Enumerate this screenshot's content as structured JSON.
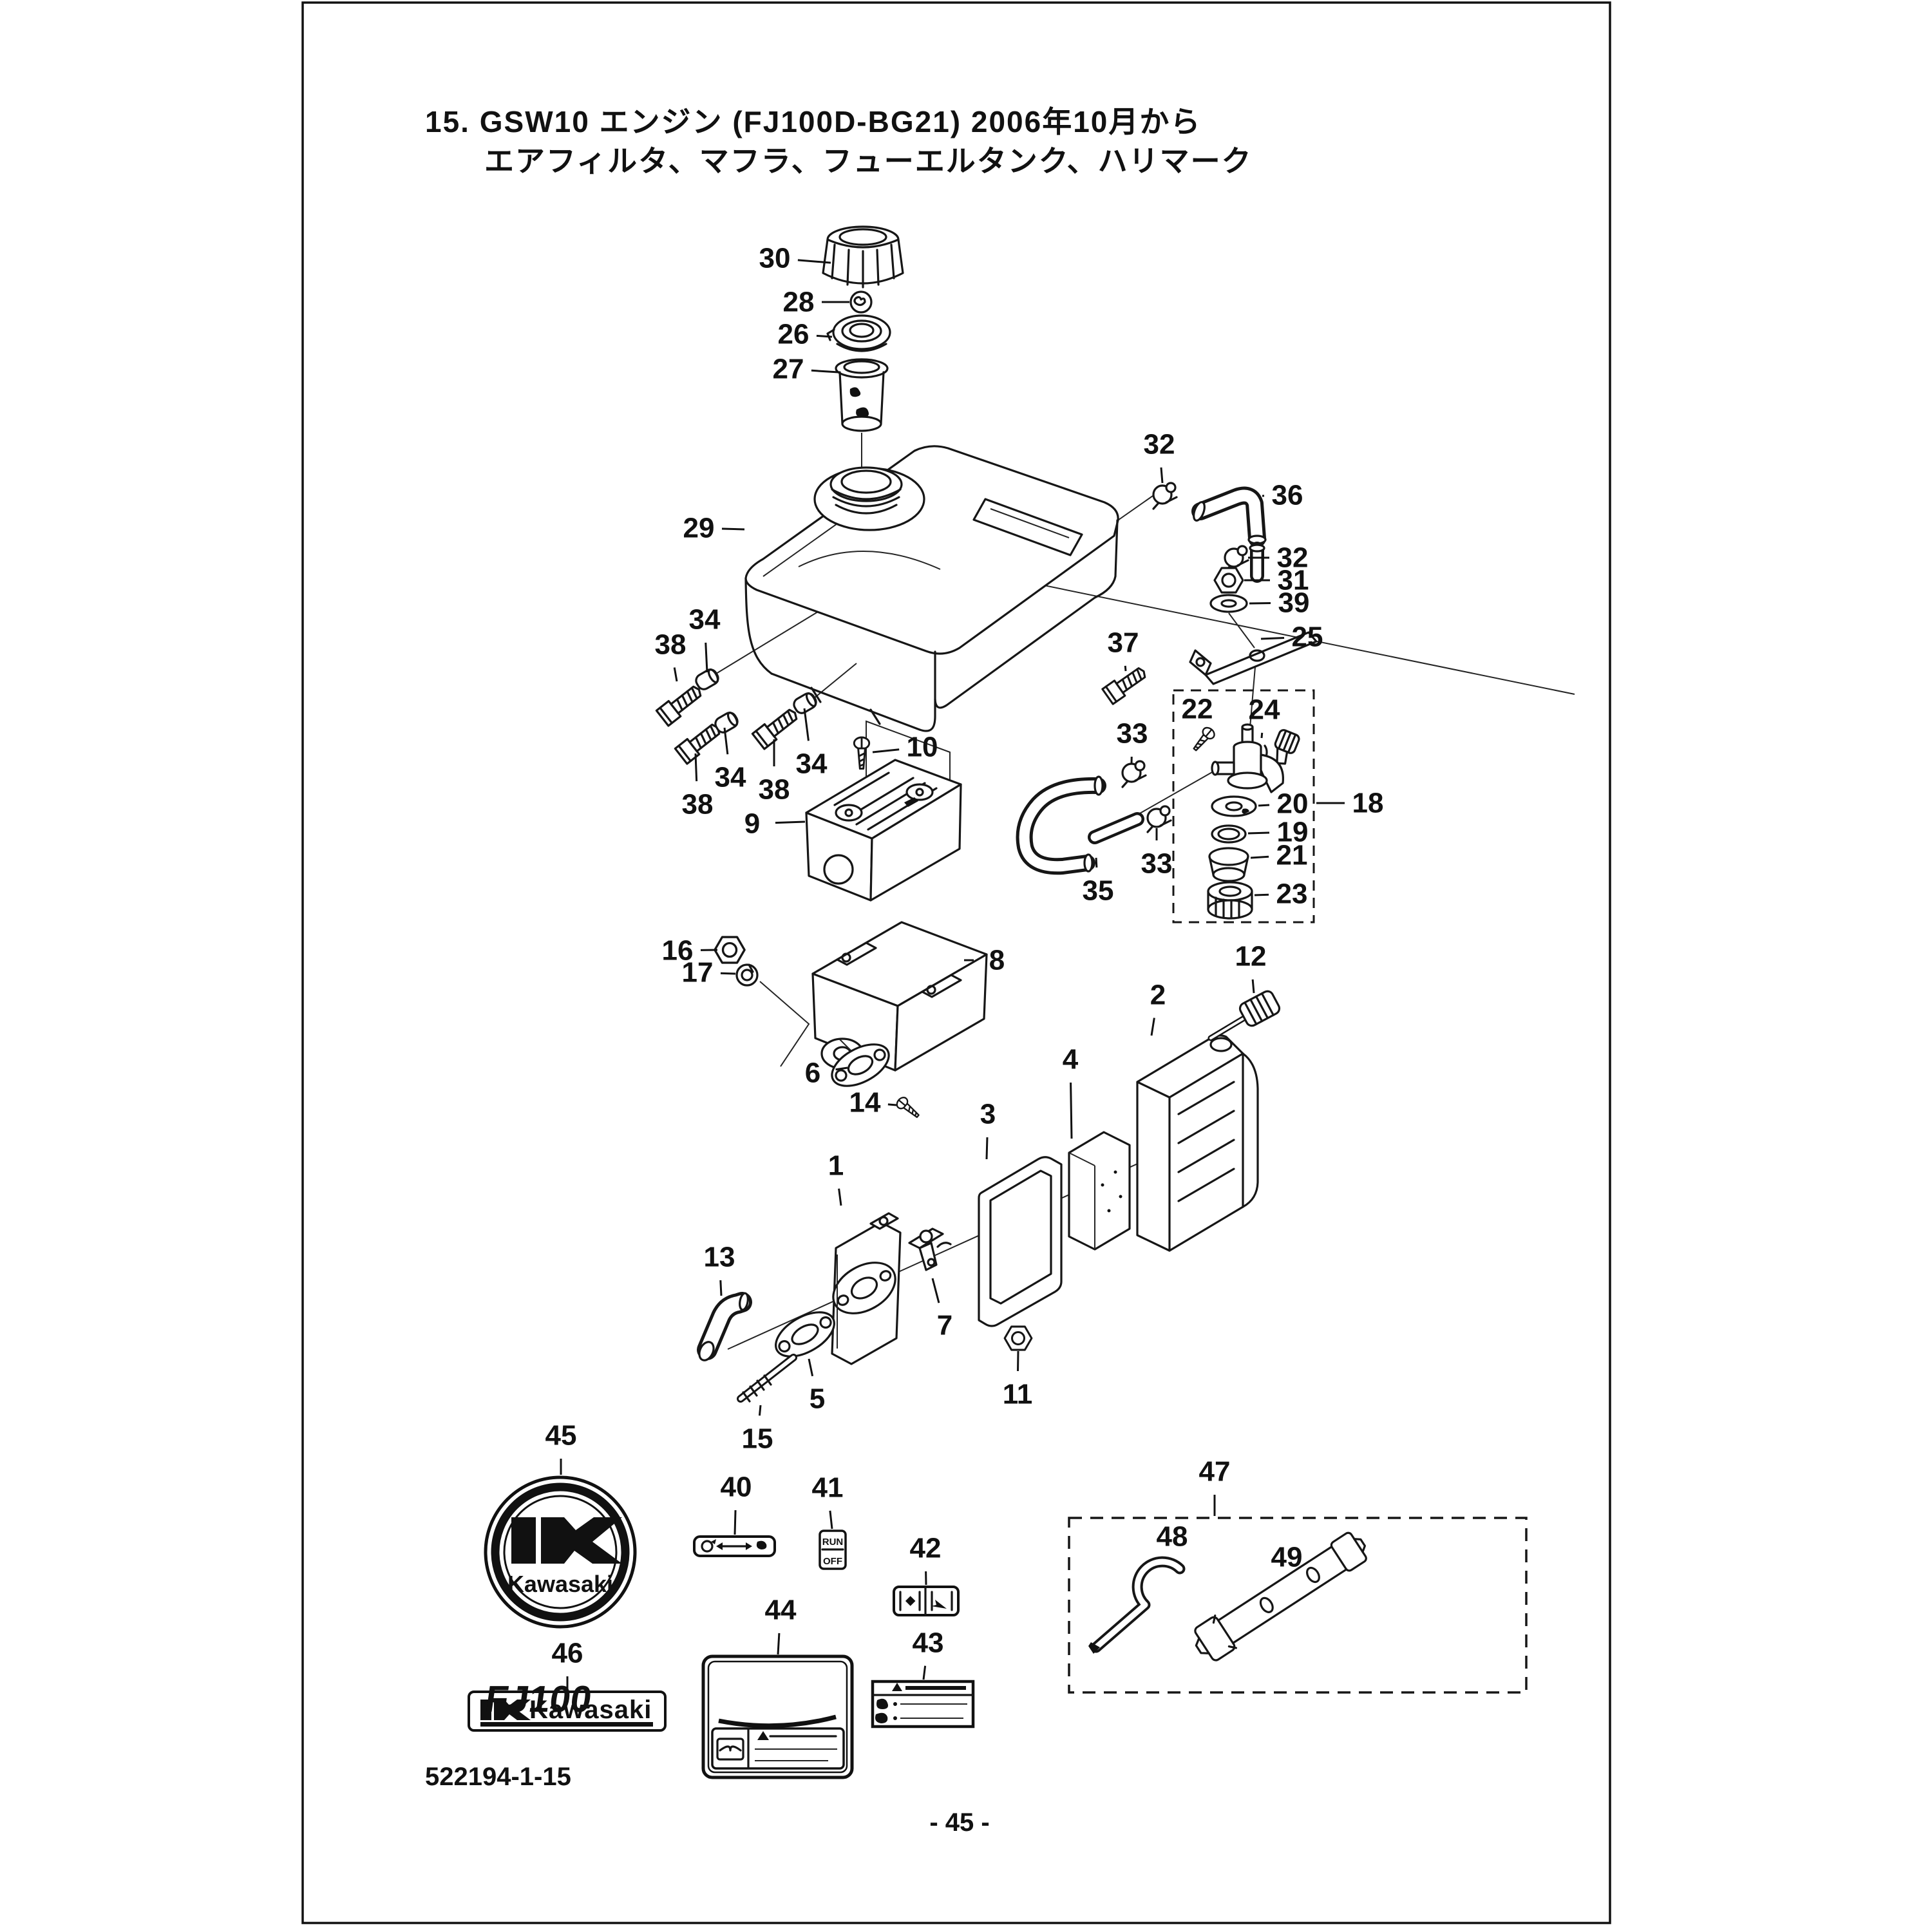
{
  "page": {
    "title_line1": "15. GSW10 エンジン (FJ100D-BG21) 2006年10月から",
    "title_line2": "エアフィルタ、マフラ、フューエルタンク、ハリマーク",
    "doc_number": "522194-1-15",
    "page_number": "- 45 -"
  },
  "labels": {
    "emblem_text": "Kawasaki",
    "strip_text": "Kawasaki",
    "model_text": "FJ100",
    "run_text": "RUN",
    "off_text": "OFF"
  },
  "colors": {
    "ink": "#111111",
    "paper": "#ffffff"
  },
  "diagram": {
    "description": "Exploded parts view: air filter, muffler, fuel tank, decals and tool kit for Kawasaki FJ100D engine",
    "assembly_boxes": [
      {
        "num": "18",
        "name": "fuel-valve-assembly"
      },
      {
        "num": "47",
        "name": "tool-kit"
      }
    ],
    "callouts": [
      {
        "n": "30",
        "l": [
          1203,
          401
        ],
        "t": [
          1290,
          408
        ]
      },
      {
        "n": "28",
        "l": [
          1240,
          469
        ],
        "t": [
          1319,
          469
        ]
      },
      {
        "n": "26",
        "l": [
          1232,
          519
        ],
        "t": [
          1292,
          523
        ]
      },
      {
        "n": "27",
        "l": [
          1224,
          573
        ],
        "t": [
          1302,
          578
        ]
      },
      {
        "n": "29",
        "l": [
          1085,
          820
        ],
        "t": [
          1156,
          822
        ]
      },
      {
        "n": "34",
        "l": [
          1094,
          962
        ],
        "t": [
          1098,
          1044
        ]
      },
      {
        "n": "38",
        "l": [
          1041,
          1001
        ],
        "t": [
          1051,
          1058
        ]
      },
      {
        "n": "38",
        "l": [
          1083,
          1249
        ],
        "t": [
          1080,
          1170
        ]
      },
      {
        "n": "34",
        "l": [
          1134,
          1207
        ],
        "t": [
          1125,
          1130
        ]
      },
      {
        "n": "38",
        "l": [
          1202,
          1226
        ],
        "t": [
          1202,
          1148
        ]
      },
      {
        "n": "34",
        "l": [
          1260,
          1186
        ],
        "t": [
          1249,
          1100
        ]
      },
      {
        "n": "10",
        "l": [
          1432,
          1160
        ],
        "t": [
          1355,
          1168
        ]
      },
      {
        "n": "9",
        "l": [
          1168,
          1279
        ],
        "t": [
          1250,
          1276
        ]
      },
      {
        "n": "16",
        "l": [
          1052,
          1476
        ],
        "t": [
          1114,
          1475
        ]
      },
      {
        "n": "17",
        "l": [
          1083,
          1510
        ],
        "t": [
          1142,
          1512
        ]
      },
      {
        "n": "8",
        "l": [
          1548,
          1491
        ],
        "t": [
          1497,
          1491
        ]
      },
      {
        "n": "6",
        "l": [
          1262,
          1666
        ],
        "t": [
          1316,
          1658
        ]
      },
      {
        "n": "14",
        "l": [
          1343,
          1712
        ],
        "t": [
          1392,
          1716
        ]
      },
      {
        "n": "1",
        "l": [
          1298,
          1810
        ],
        "t": [
          1306,
          1872
        ]
      },
      {
        "n": "13",
        "l": [
          1117,
          1952
        ],
        "t": [
          1120,
          2012
        ]
      },
      {
        "n": "5",
        "l": [
          1269,
          2172
        ],
        "t": [
          1256,
          2110
        ]
      },
      {
        "n": "15",
        "l": [
          1176,
          2234
        ],
        "t": [
          1181,
          2182
        ]
      },
      {
        "n": "7",
        "l": [
          1467,
          2058
        ],
        "t": [
          1448,
          1985
        ]
      },
      {
        "n": "11",
        "l": [
          1580,
          2165
        ],
        "t": [
          1581,
          2098
        ]
      },
      {
        "n": "3",
        "l": [
          1534,
          1730
        ],
        "t": [
          1532,
          1800
        ]
      },
      {
        "n": "4",
        "l": [
          1662,
          1645
        ],
        "t": [
          1664,
          1768
        ]
      },
      {
        "n": "2",
        "l": [
          1798,
          1545
        ],
        "t": [
          1788,
          1608
        ]
      },
      {
        "n": "12",
        "l": [
          1942,
          1485
        ],
        "t": [
          1947,
          1542
        ]
      },
      {
        "n": "32",
        "l": [
          1800,
          690
        ],
        "t": [
          1805,
          750
        ]
      },
      {
        "n": "36",
        "l": [
          1999,
          769
        ],
        "t": [
          1960,
          770
        ]
      },
      {
        "n": "32",
        "l": [
          2007,
          866
        ],
        "t": [
          1938,
          866
        ]
      },
      {
        "n": "31",
        "l": [
          2008,
          901
        ],
        "t": [
          1932,
          901
        ]
      },
      {
        "n": "39",
        "l": [
          2009,
          936
        ],
        "t": [
          1940,
          937
        ]
      },
      {
        "n": "25",
        "l": [
          2030,
          989
        ],
        "t": [
          1958,
          992
        ]
      },
      {
        "n": "37",
        "l": [
          1744,
          998
        ],
        "t": [
          1748,
          1042
        ]
      },
      {
        "n": "22",
        "l": [
          1859,
          1101
        ],
        "t": [
          1867,
          1136
        ]
      },
      {
        "n": "24",
        "l": [
          1963,
          1102
        ],
        "t": [
          1959,
          1146
        ]
      },
      {
        "n": "33",
        "l": [
          1758,
          1139
        ],
        "t": [
          1757,
          1186
        ]
      },
      {
        "n": "20",
        "l": [
          2007,
          1248
        ],
        "t": [
          1954,
          1251
        ]
      },
      {
        "n": "19",
        "l": [
          2007,
          1292
        ],
        "t": [
          1938,
          1294
        ]
      },
      {
        "n": "21",
        "l": [
          2006,
          1328
        ],
        "t": [
          1942,
          1332
        ]
      },
      {
        "n": "23",
        "l": [
          2006,
          1388
        ],
        "t": [
          1948,
          1390
        ]
      },
      {
        "n": "18",
        "l": [
          2124,
          1247
        ],
        "t": [
          2044,
          1247
        ]
      },
      {
        "n": "33",
        "l": [
          1796,
          1341
        ],
        "t": [
          1796,
          1286
        ]
      },
      {
        "n": "35",
        "l": [
          1705,
          1383
        ],
        "t": [
          1702,
          1332
        ]
      },
      {
        "n": "40",
        "l": [
          1143,
          2309
        ],
        "t": [
          1141,
          2383
        ]
      },
      {
        "n": "41",
        "l": [
          1285,
          2310
        ],
        "t": [
          1292,
          2374
        ]
      },
      {
        "n": "42",
        "l": [
          1437,
          2404
        ],
        "t": [
          1438,
          2461
        ]
      },
      {
        "n": "44",
        "l": [
          1212,
          2500
        ],
        "t": [
          1208,
          2569
        ]
      },
      {
        "n": "43",
        "l": [
          1441,
          2551
        ],
        "t": [
          1434,
          2608
        ]
      },
      {
        "n": "45",
        "l": [
          871,
          2229
        ],
        "t": [
          871,
          2290
        ]
      },
      {
        "n": "46",
        "l": [
          881,
          2567
        ],
        "t": [
          881,
          2624
        ]
      },
      {
        "n": "47",
        "l": [
          1886,
          2285
        ],
        "t": [
          1886,
          2354
        ]
      },
      {
        "n": "48",
        "l": [
          1820,
          2386
        ],
        "t": null
      },
      {
        "n": "49",
        "l": [
          1998,
          2418
        ],
        "t": null
      }
    ]
  }
}
